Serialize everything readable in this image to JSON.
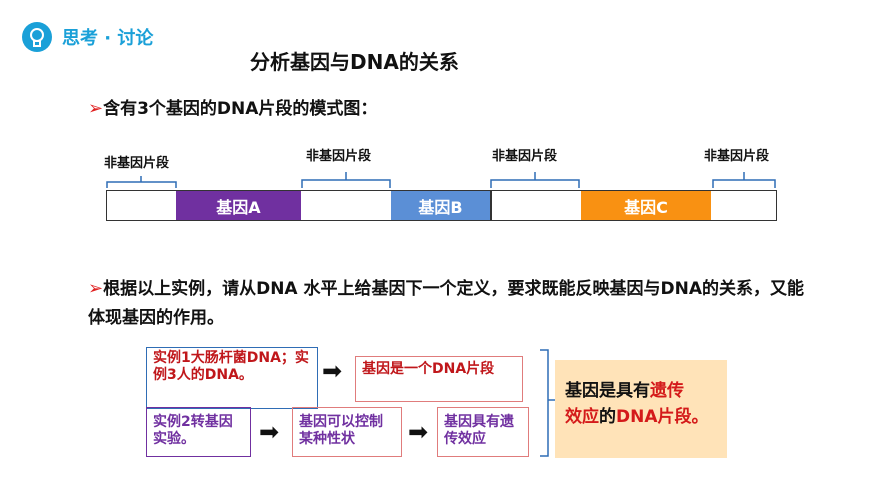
{
  "header": {
    "logo_title": "思考 · 讨论"
  },
  "title": "分析基因与DNA的关系",
  "bullet1": {
    "arrow": "➢",
    "text": "含有3个基因的DNA片段的模式图："
  },
  "diagram": {
    "labels": [
      "非基因片段",
      "非基因片段",
      "非基因片段",
      "非基因片段"
    ],
    "genes": [
      {
        "label": "基因A",
        "color": "#7030a0"
      },
      {
        "label": "基因B",
        "color": "#5b8fd6"
      },
      {
        "label": "基因C",
        "color": "#f99112"
      }
    ]
  },
  "bullet2": {
    "arrow": "➢",
    "text": "根据以上实例，请从DNA 水平上给基因下一个定义，要求既能反映基因与DNA的关系，又能体现基因的作用。"
  },
  "boxes": {
    "example1": "实例1大肠杆菌DNA；实例3人的DNA。",
    "conclusion1": "基因是一个DNA片段",
    "example2": "实例2转基因实验。",
    "conclusion2a": "基因可以控制某种性状",
    "conclusion2b": "基因具有遗传效应",
    "arrow_glyph": "➡"
  },
  "result": {
    "part1": "基因是具有",
    "part2": "遗传",
    "part3": "效应",
    "part4": "的",
    "part5": "DNA片段。"
  }
}
